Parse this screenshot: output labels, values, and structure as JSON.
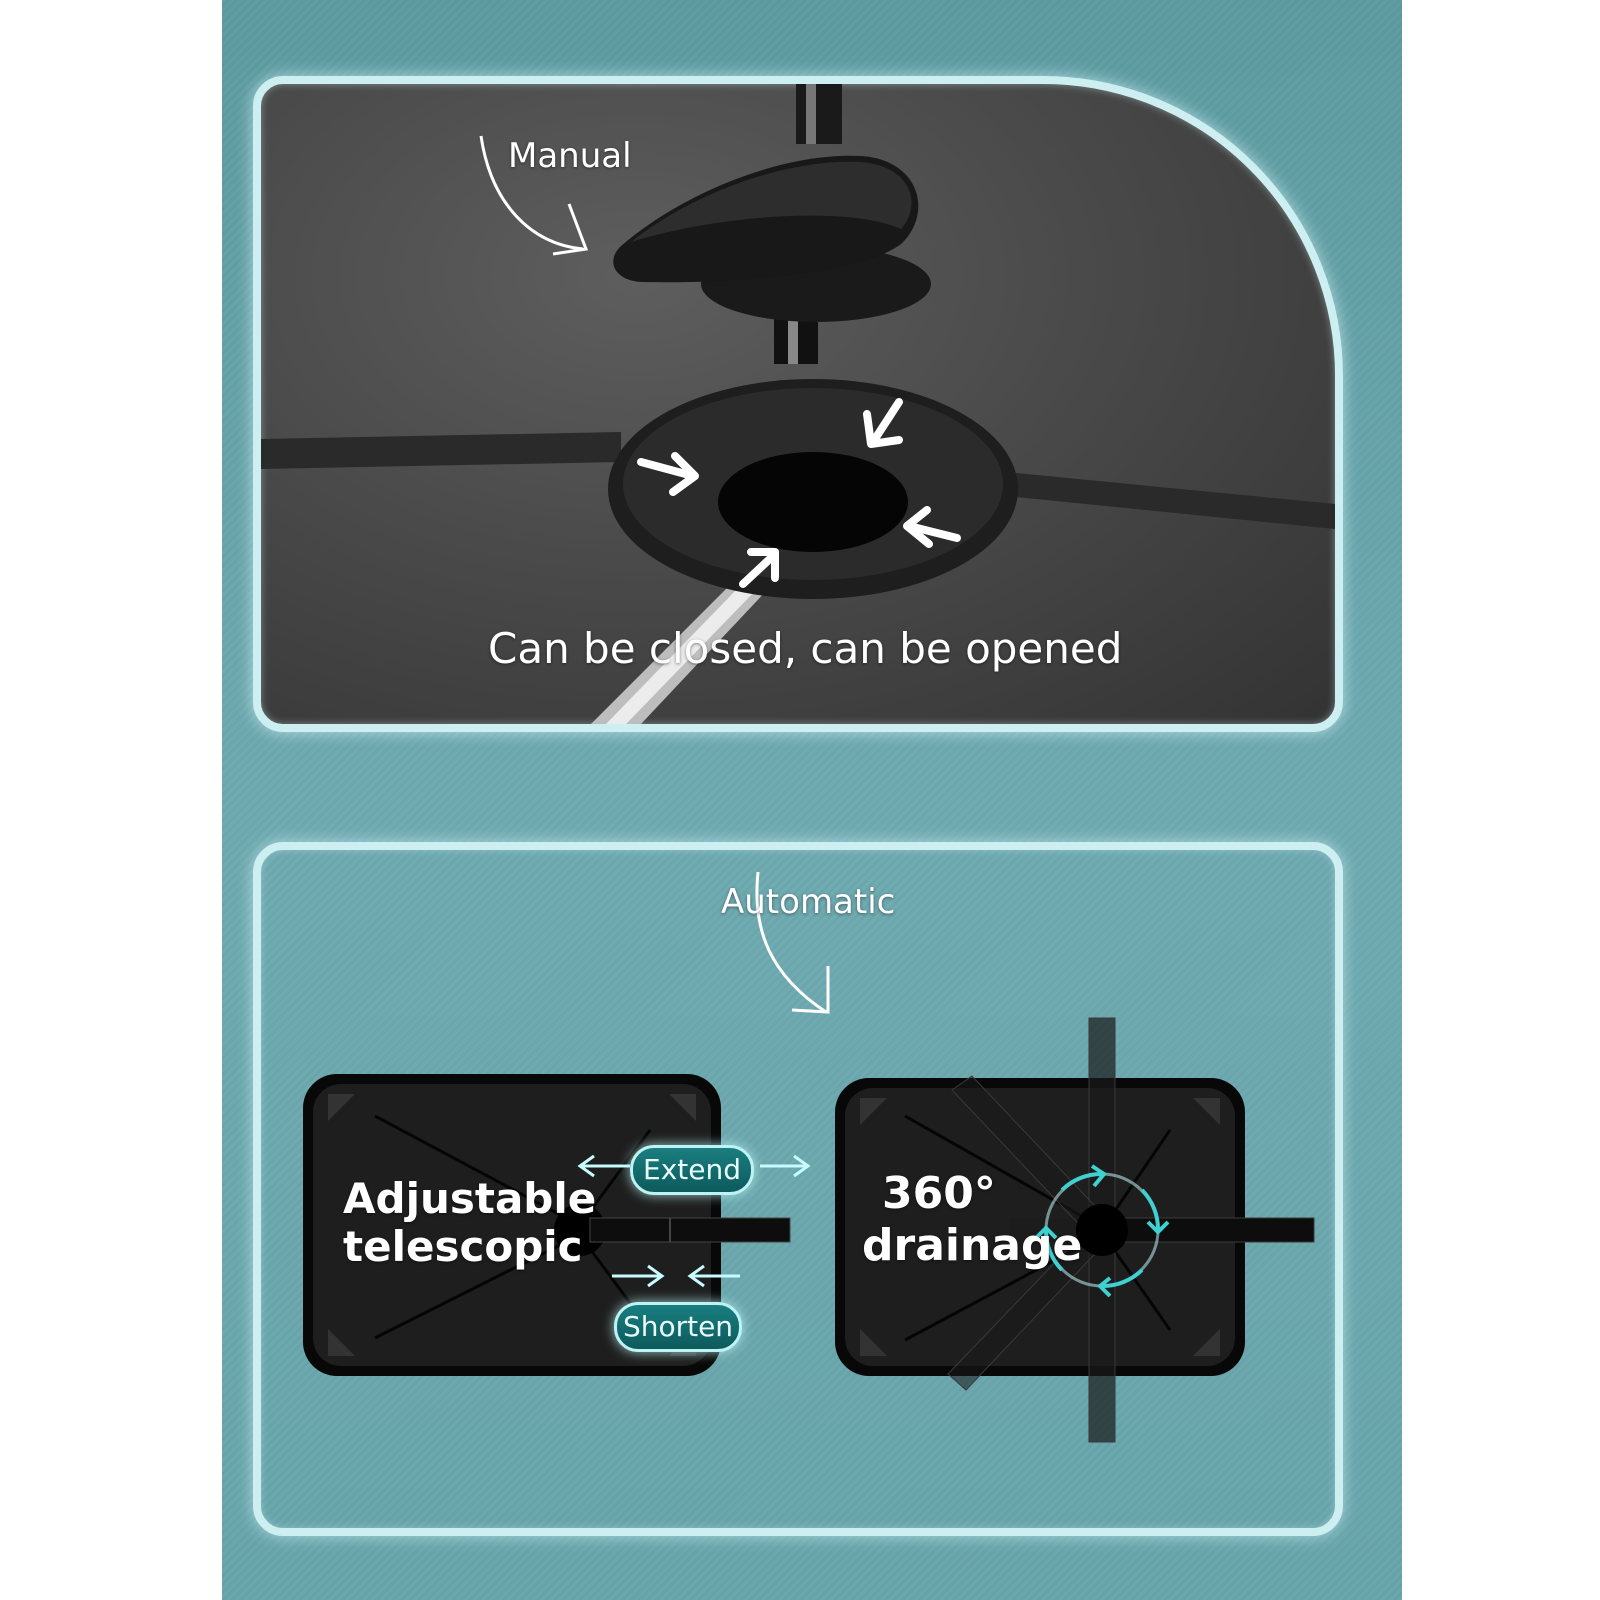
{
  "manual_section": {
    "title": "Manual",
    "caption": "Can be closed, can be opened"
  },
  "automatic_section": {
    "title": "Automatic",
    "telescopic_panel": {
      "heading_line1": "Adjustable",
      "heading_line2": "telescopic",
      "extend_label": "Extend",
      "shorten_label": "Shorten"
    },
    "rotation_panel": {
      "heading_line1": "360°",
      "heading_line2": "drainage"
    }
  },
  "colors": {
    "background_teal": "#66a4aa",
    "frame_glow": "#cdeff2",
    "drain_black": "#1c1c1c",
    "pill_teal": "#0f6a6c",
    "arrow_cyan": "#4ad3d6"
  },
  "icons": [
    "curved-arrow-icon",
    "inward-arrow-icon",
    "double-arrow-icon",
    "rotate-arrows-icon"
  ]
}
